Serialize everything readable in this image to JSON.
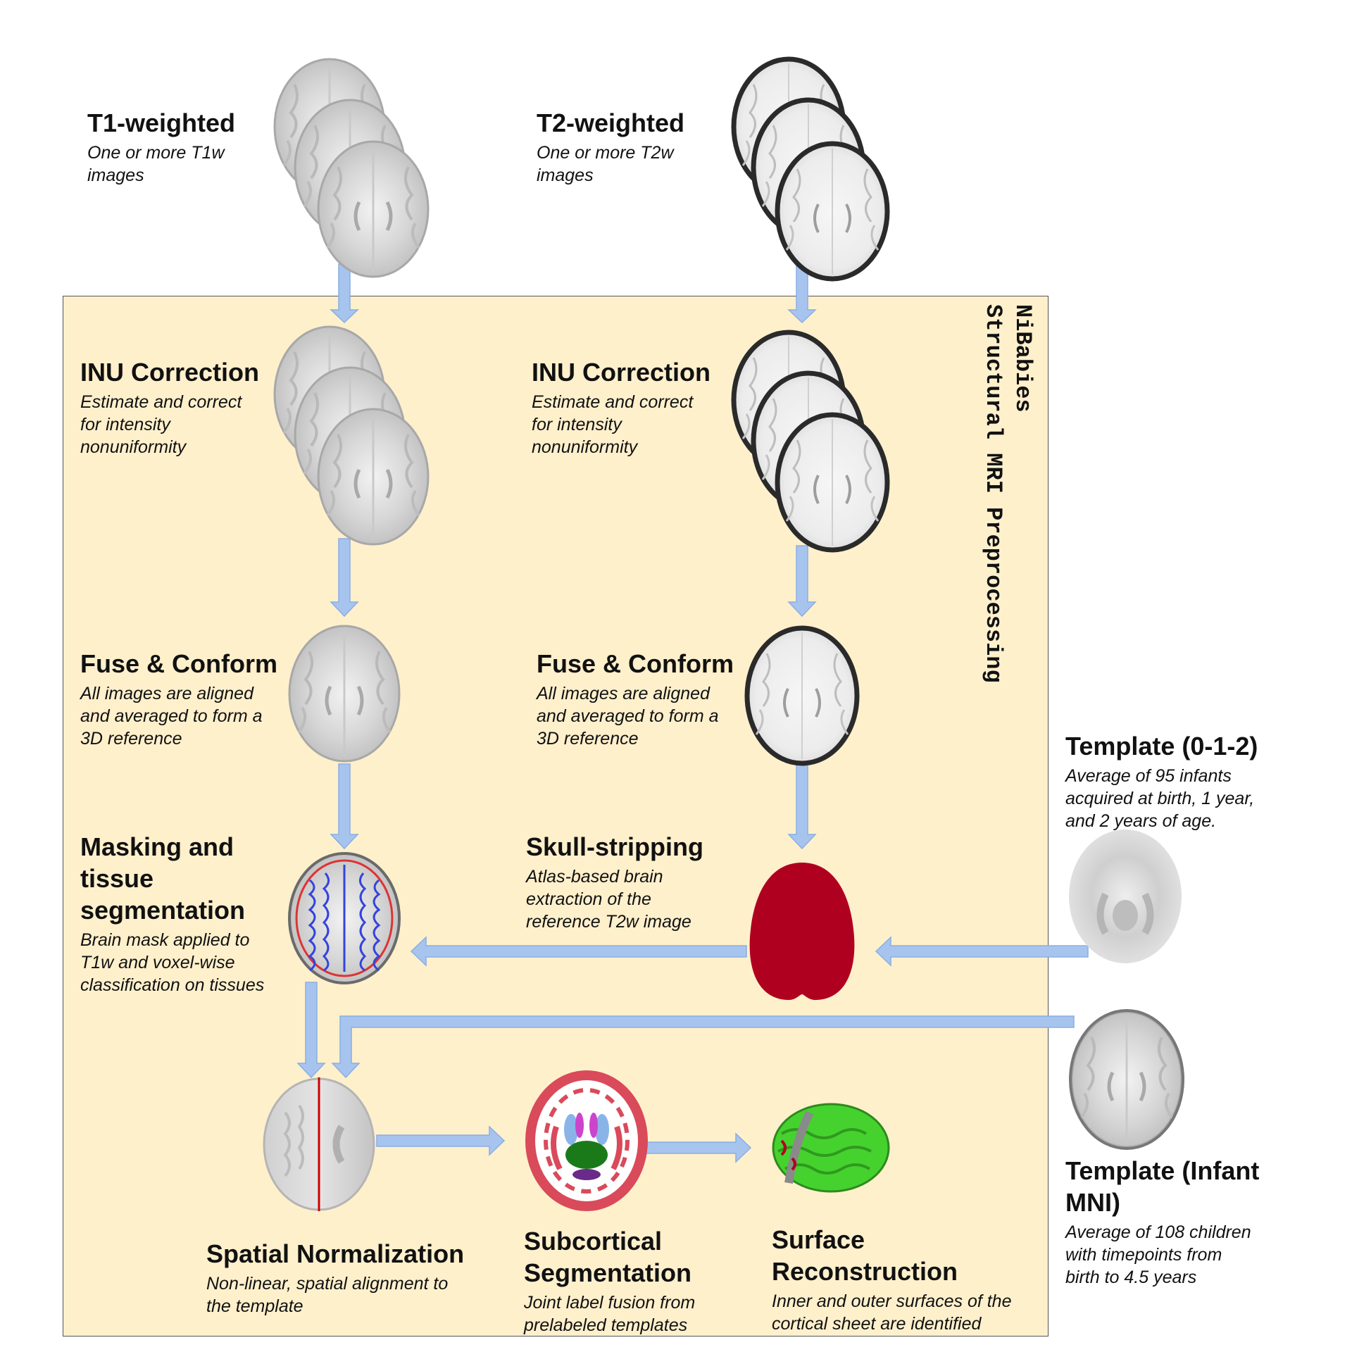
{
  "diagram": {
    "pipeline_title_line1": "NiBabies",
    "pipeline_title_line2": "Structural MRI Preprocessing",
    "steps": {
      "t1_input": {
        "title": "T1-weighted",
        "desc": "One or more T1w\nimages"
      },
      "t2_input": {
        "title": "T2-weighted",
        "desc": "One or more T2w\nimages"
      },
      "t1_inu": {
        "title": "INU Correction",
        "desc": "Estimate and correct\nfor intensity\nnonuniformity"
      },
      "t2_inu": {
        "title": "INU Correction",
        "desc": "Estimate and correct\nfor intensity\nnonuniformity"
      },
      "t1_fuse": {
        "title": "Fuse & Conform",
        "desc": "All images are aligned\nand averaged to form a\n3D reference"
      },
      "t2_fuse": {
        "title": "Fuse & Conform",
        "desc": "All images are aligned\nand averaged to form a\n3D reference"
      },
      "masking": {
        "title": "Masking and\ntissue\nsegmentation",
        "desc": "Brain mask applied to\nT1w and voxel-wise\nclassification on tissues"
      },
      "skull": {
        "title": "Skull-stripping",
        "desc": "Atlas-based brain\nextraction of the\nreference T2w image"
      },
      "spatial": {
        "title": "Spatial Normalization",
        "desc": "Non-linear, spatial alignment to\nthe template"
      },
      "subcortical": {
        "title": "Subcortical\nSegmentation",
        "desc": "Joint label fusion from\nprelabeled templates"
      },
      "surface": {
        "title": "Surface\nReconstruction",
        "desc": "Inner and outer surfaces of the\ncortical sheet are identified"
      },
      "template_012": {
        "title": "Template (0-1-2)",
        "desc": "Average of 95 infants\nacquired at birth, 1 year,\nand 2 years of age."
      },
      "template_mni": {
        "title": "Template (Infant\nMNI)",
        "desc": "Average of 108 children\nwith timepoints from\nbirth to 4.5 years"
      }
    }
  },
  "colors": {
    "panel_fill": "#fff0cc",
    "arrow": "#a7c4ef",
    "arrow_edge": "#8aaee3",
    "brain_mask": "#b00020",
    "surface_green": "#46d22e",
    "contour_blue": "#3344dd",
    "contour_red": "#dd3333"
  }
}
